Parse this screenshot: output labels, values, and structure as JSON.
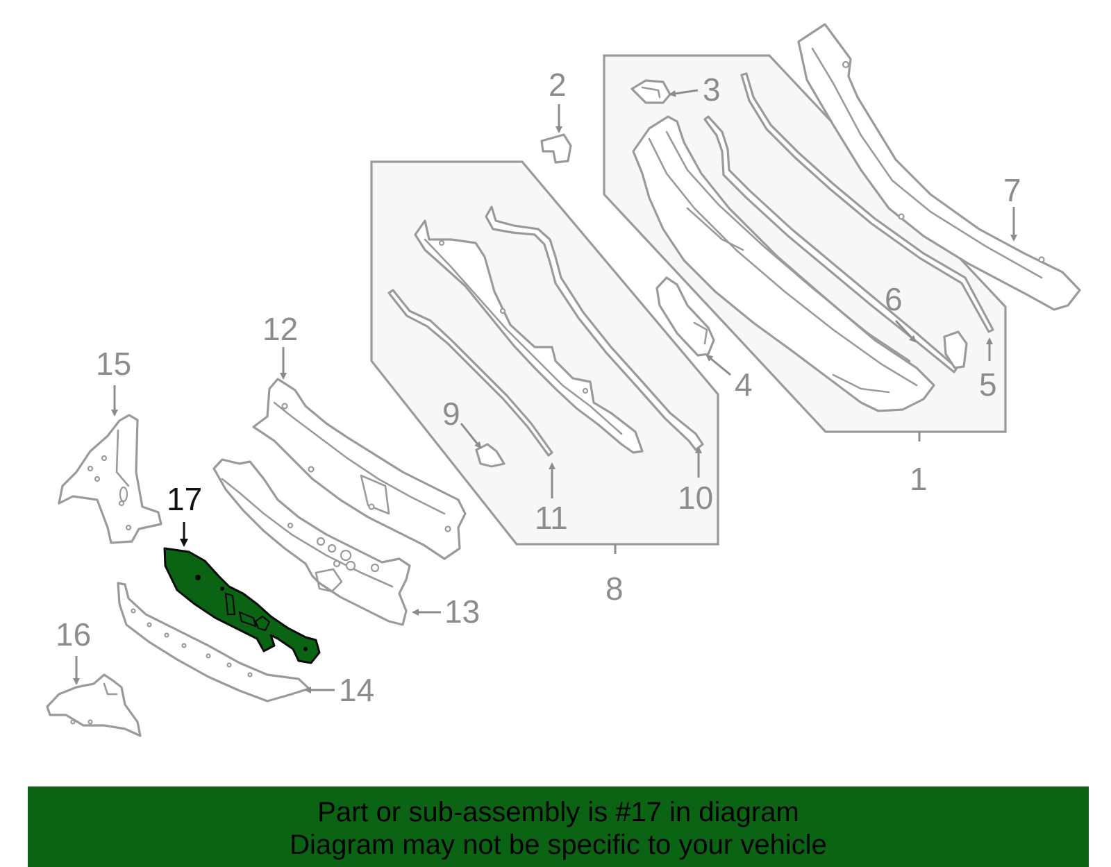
{
  "callouts": {
    "c1": "1",
    "c2": "2",
    "c3": "3",
    "c4": "4",
    "c5": "5",
    "c6": "6",
    "c7": "7",
    "c8": "8",
    "c9": "9",
    "c10": "10",
    "c11": "11",
    "c12": "12",
    "c13": "13",
    "c14": "14",
    "c15": "15",
    "c16": "16",
    "c17": "17"
  },
  "highlighted_part": "17",
  "banner": {
    "line1": "Part or sub-assembly is #17 in diagram",
    "line2": "Diagram may not be specific to your vehicle"
  },
  "colors": {
    "highlight": "#0b6414",
    "part_outline": "#9a9a9a",
    "group_box_fill": "#f7f7f7"
  },
  "arrow_icon": "arrow-icon"
}
